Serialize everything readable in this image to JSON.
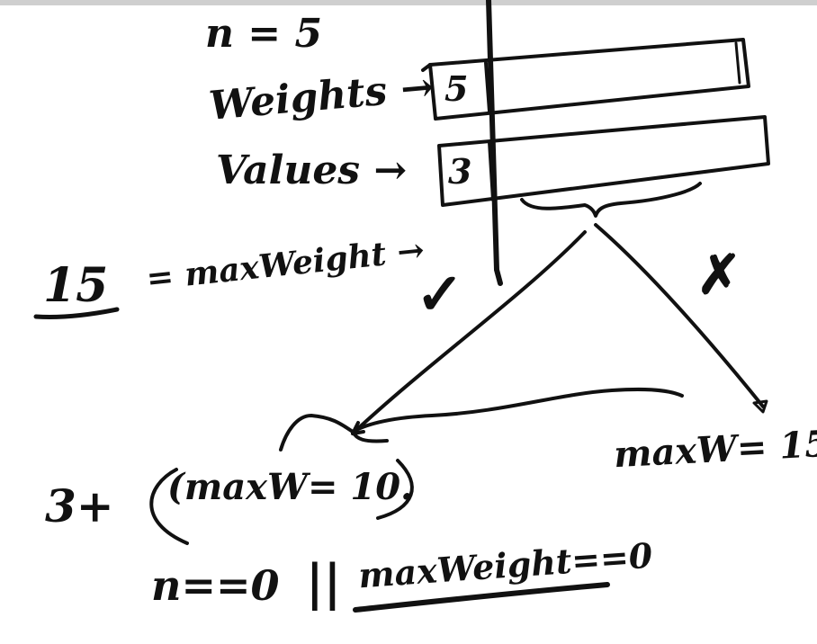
{
  "ink_color": "#111111",
  "paper_color": "#ffffff",
  "notes": {
    "n_def": "n = 5",
    "weights_label": "Weights →",
    "values_label": "Values →",
    "max_weight_value": "15",
    "max_weight_label": "= maxWeight →",
    "include_mark": "✓",
    "exclude_mark": "✗",
    "left_branch_prefix": "3+",
    "left_branch_expr": "(maxW= 10.",
    "right_branch_expr": "maxW= 15",
    "base_case_left": "n==0",
    "base_case_or": "||",
    "base_case_right": "maxWeight==0"
  },
  "arrays": {
    "weights_first": "5",
    "values_first": "3"
  }
}
